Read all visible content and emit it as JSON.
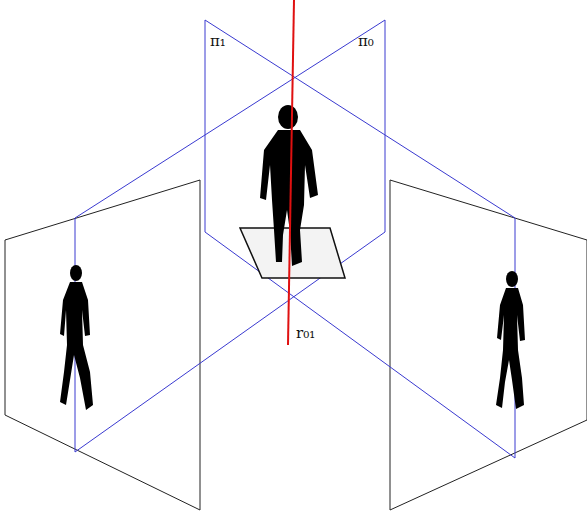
{
  "diagram": {
    "labels": [
      "π₁",
      "π₀",
      "r₀₁"
    ]
  }
}
